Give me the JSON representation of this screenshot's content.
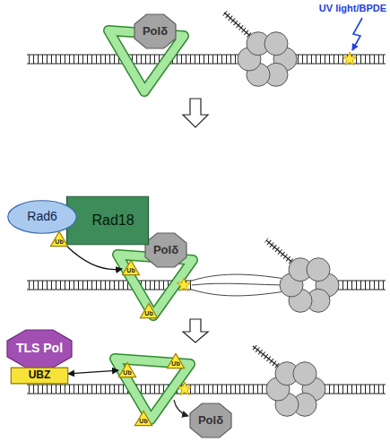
{
  "diagram": {
    "nodes": [
      {
        "text": [
          "Polδ"
        ]
      },
      {
        "text": [
          "Polδ"
        ]
      },
      {
        "text": [
          "Rad6"
        ]
      },
      {
        "text": [
          "Rad18"
        ]
      },
      {
        "text": [
          "Ub"
        ]
      },
      {
        "text": [
          "Ub"
        ]
      },
      {
        "text": [
          "Ub"
        ]
      },
      {
        "text": [
          "TLS Pol"
        ]
      },
      {
        "text": [
          "UBZ"
        ]
      },
      {
        "text": [
          "Ub"
        ]
      },
      {
        "text": [
          "Ub"
        ]
      },
      {
        "text": [
          "Ub"
        ]
      },
      {
        "text": [
          "Polδ"
        ]
      }
    ],
    "edges": [
      {
        "from": 4,
        "to": 5,
        "arrow": "to"
      },
      {
        "from": 8,
        "to": 9,
        "arrow": "both"
      }
    ],
    "labels": [
      "UV light/BPDE"
    ]
  }
}
